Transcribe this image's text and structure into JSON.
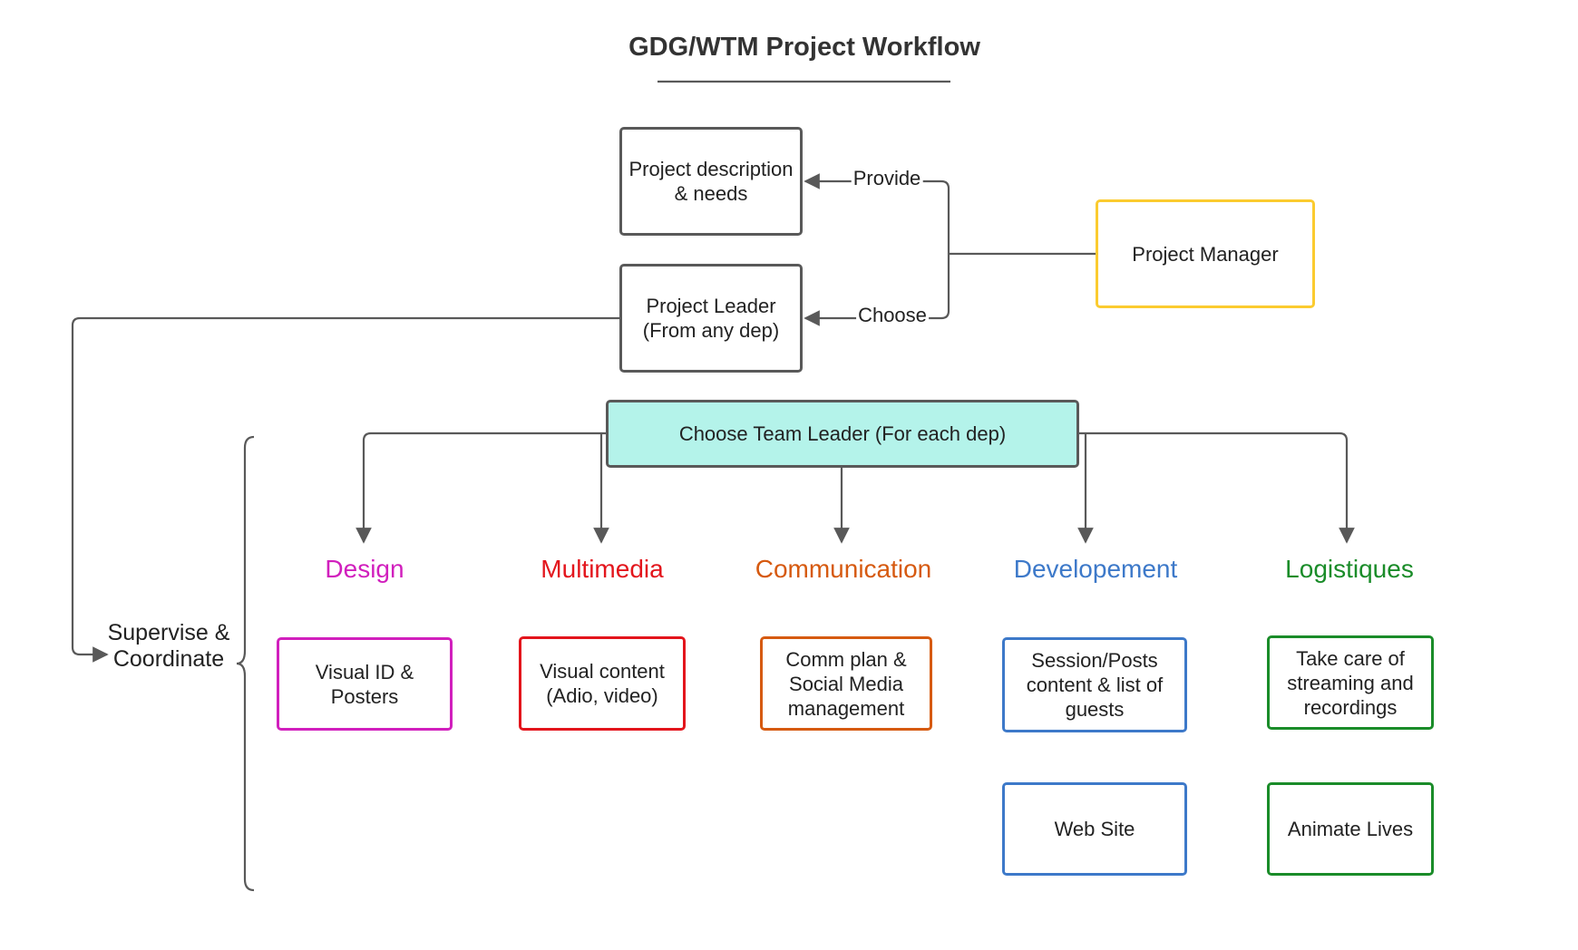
{
  "title": "GDG/WTM Project Workflow",
  "nodes": {
    "project_description": "Project description\n& needs",
    "project_leader": "Project Leader\n(From any dep)",
    "project_manager": "Project Manager",
    "team_leader": "Choose Team Leader (For each dep)"
  },
  "edge_labels": {
    "provide": "Provide",
    "choose": "Choose",
    "supervise": "Supervise &\nCoordinate"
  },
  "departments": [
    {
      "name": "Design",
      "color": "#d11fbd",
      "tasks": [
        "Visual ID &\nPosters"
      ]
    },
    {
      "name": "Multimedia",
      "color": "#e3151c",
      "tasks": [
        "Visual content\n(Adio, video)"
      ]
    },
    {
      "name": "Communication",
      "color": "#d65a10",
      "tasks": [
        "Comm plan &\nSocial Media\nmanagement"
      ]
    },
    {
      "name": "Developement",
      "color": "#3d79c9",
      "tasks": [
        "Session/Posts\ncontent & list of\nguests",
        "Web Site"
      ]
    },
    {
      "name": "Logistiques",
      "color": "#1a8c29",
      "tasks": [
        "Take care of\nstreaming and\nrecordings",
        "Animate Lives"
      ]
    }
  ],
  "colors": {
    "line": "#595959",
    "manager_border": "#fbcb2f",
    "team_leader_fill": "#b4f3ea"
  }
}
